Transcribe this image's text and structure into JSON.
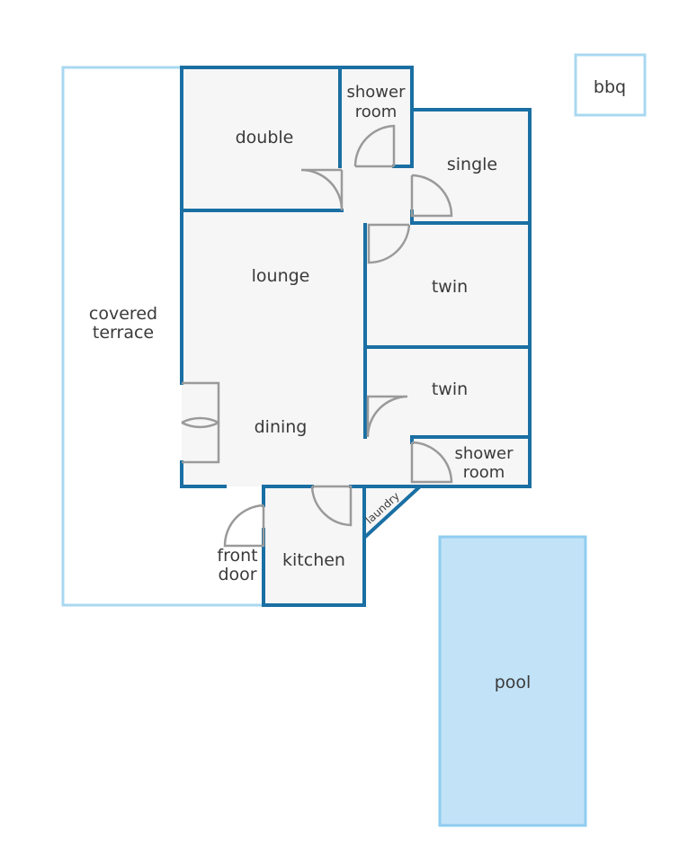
{
  "colors": {
    "wall": "#1a6fa3",
    "outdoor_outline": "#a9d8f0",
    "room_fill": "#f6f6f6",
    "pool_fill": "#c2e2f7",
    "pool_border": "#8fcdf0",
    "door": "#9a9a9a",
    "label": "#3a3a3a"
  },
  "rooms": {
    "double": "double",
    "shower_room_top": [
      "shower",
      "room"
    ],
    "single": "single",
    "lounge": "lounge",
    "twin_upper": "twin",
    "twin_lower": "twin",
    "dining": "dining",
    "shower_room_bottom": [
      "shower",
      "room"
    ],
    "laundry": "laundry",
    "kitchen": "kitchen"
  },
  "outdoor": {
    "covered_terrace": [
      "covered",
      "terrace"
    ],
    "front_door": [
      "front",
      "door"
    ],
    "bbq": "bbq",
    "pool": "pool"
  }
}
